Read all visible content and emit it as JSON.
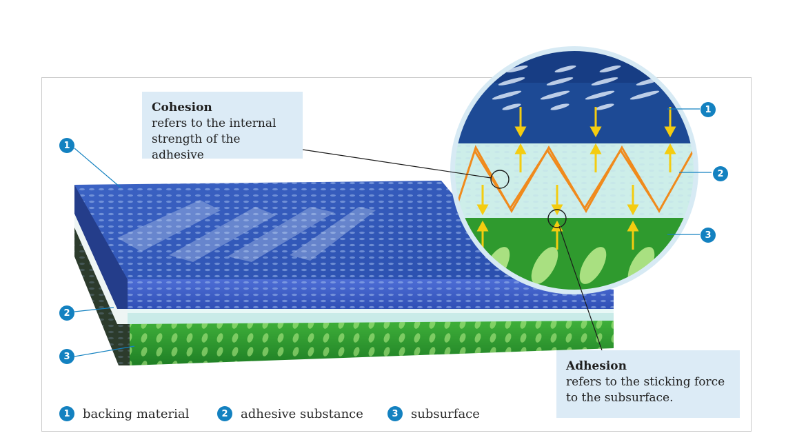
{
  "callouts": {
    "cohesion": {
      "title": "Cohesion",
      "lines": [
        "refers to the internal",
        "strength of the adhesive"
      ]
    },
    "adhesion": {
      "title": "Adhesion",
      "lines": [
        "refers to the sticking force",
        "to the subsurface."
      ]
    }
  },
  "markers": [
    "1",
    "2",
    "3"
  ],
  "legend": [
    {
      "number": "1",
      "label": "backing material"
    },
    {
      "number": "2",
      "label": "adhesive substance"
    },
    {
      "number": "3",
      "label": "subsurface"
    }
  ],
  "colors": {
    "marker": "#1381c0",
    "callout_bg": "#dcebf6",
    "backing_layer": "#2f55b0",
    "adhesive_layer": "#c9ebe8",
    "subsurface_layer": "#2f9a2e",
    "cohesion_arrow": "#f08a1c",
    "adhesion_arrow": "#f4cc10"
  }
}
